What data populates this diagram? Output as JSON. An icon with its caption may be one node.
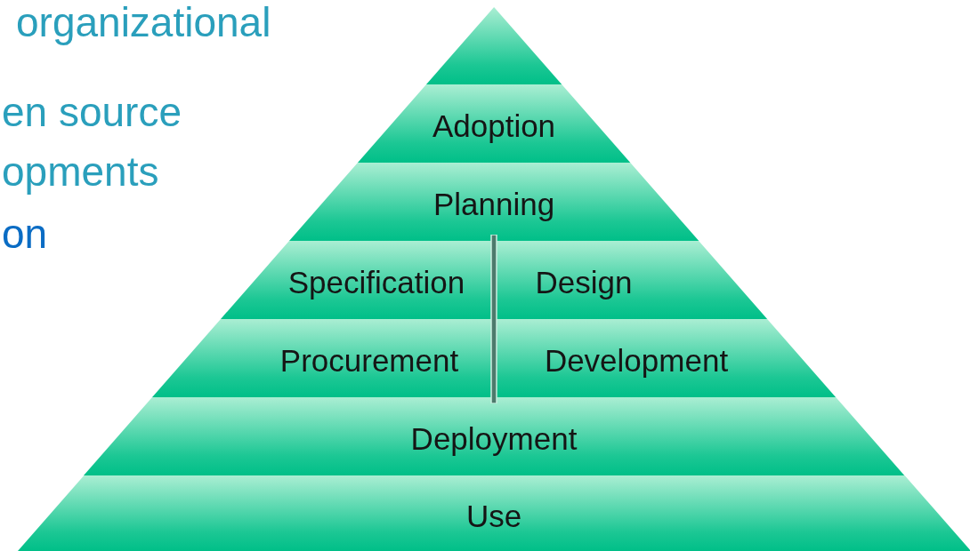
{
  "diagram": {
    "nodes": [
      {
        "text": [],
        "shape": "triangle"
      },
      {
        "text": [
          "Adoption"
        ]
      },
      {
        "text": [
          "Planning"
        ]
      },
      {
        "text": [
          "Specification"
        ]
      },
      {
        "text": [
          "Design"
        ]
      },
      {
        "text": [
          "Procurement"
        ]
      },
      {
        "text": [
          "Development"
        ]
      },
      {
        "text": [
          "Deployment"
        ]
      },
      {
        "text": [
          "Use"
        ]
      }
    ],
    "edges": [],
    "labels": [
      "organizational",
      "en source",
      "opments",
      "on"
    ]
  }
}
